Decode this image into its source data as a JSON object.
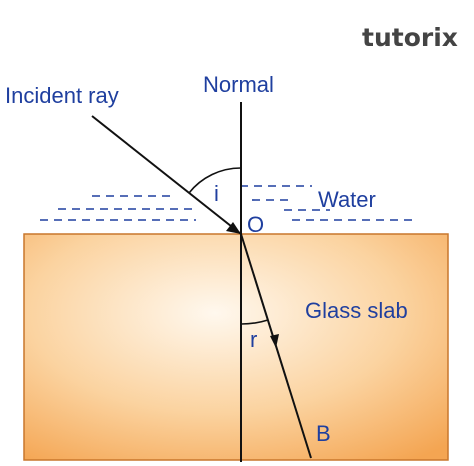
{
  "brand": {
    "logo": "tutorix"
  },
  "labels": {
    "normal": "Normal",
    "incident_ray": "Incident ray",
    "angle_i": "i",
    "point_o": "O",
    "water": "Water",
    "glass_slab": "Glass slab",
    "angle_r": "r",
    "point_b": "B"
  },
  "colors": {
    "label_text": "#1f3f9f",
    "slab_center": "#fff6e8",
    "slab_edge": "#f4a95a",
    "slab_border": "#c8772c",
    "ray": "#111111"
  }
}
